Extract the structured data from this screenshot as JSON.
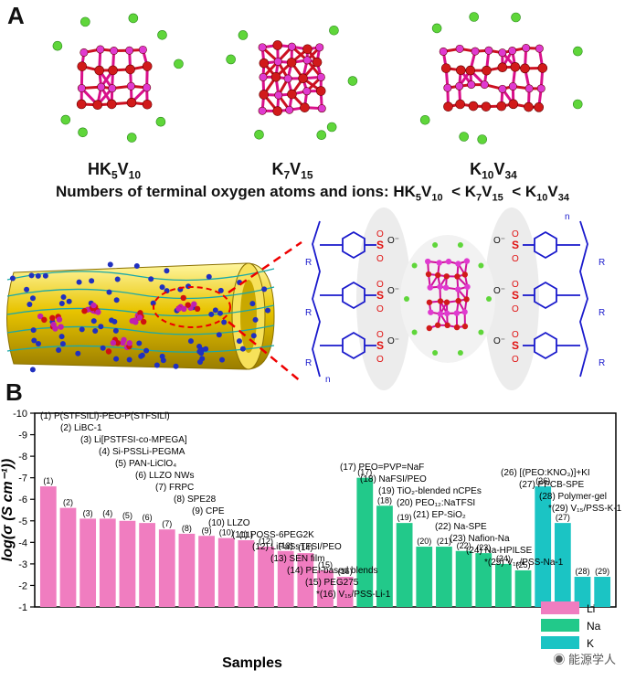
{
  "panel_a": {
    "letter": "A",
    "molecules": [
      {
        "base": "HK",
        "s1": "5",
        "mid": "V",
        "s2": "10"
      },
      {
        "base": "K",
        "s1": "7",
        "mid": "V",
        "s2": "15"
      },
      {
        "base": "K",
        "s1": "10",
        "mid": "V",
        "s2": "34"
      }
    ],
    "subtitle_prefix": "Numbers of terminal oxygen atoms and ions: ",
    "o_label": "O",
    "o_minus_label": "O⁻",
    "s_label": "S",
    "r_label": "R",
    "n_label": "n"
  },
  "panel_b": {
    "letter": "B"
  },
  "watermark": "能源学人",
  "colors": {
    "li": "#f07dc0",
    "na": "#22c98a",
    "k": "#1bc4c4"
  },
  "chart_data": {
    "type": "bar",
    "xlabel": "Samples",
    "ylabel": "log(σ (S cm⁻¹))",
    "ylim": [
      -1,
      -10
    ],
    "yticks": [
      -10,
      -9,
      -8,
      -7,
      -6,
      -5,
      -4,
      -3,
      -2,
      -1
    ],
    "legend": [
      "Li",
      "Na",
      "K"
    ],
    "legend_position": "bottom-right",
    "bars": [
      {
        "id": "(1)",
        "group": "Li",
        "value": -6.6,
        "label": "(1) P(STFSILi)-PEO-P(STFSILi)"
      },
      {
        "id": "(2)",
        "group": "Li",
        "value": -5.6,
        "label": "(2) LiBC-1"
      },
      {
        "id": "(3)",
        "group": "Li",
        "value": -5.1,
        "label": "(3) Li[PSTFSI-co-MPEGA]"
      },
      {
        "id": "(4)",
        "group": "Li",
        "value": -5.1,
        "label": "(4) Si-PSSLi-PEGMA"
      },
      {
        "id": "(5)",
        "group": "Li",
        "value": -5.0,
        "label": "(5) PAN-LiClO₄"
      },
      {
        "id": "(6)",
        "group": "Li",
        "value": -4.9,
        "label": "(6) LLZO NWs"
      },
      {
        "id": "(7)",
        "group": "Li",
        "value": -4.6,
        "label": "(7) FRPC"
      },
      {
        "id": "(8)",
        "group": "Li",
        "value": -4.4,
        "label": "(8) SPE28"
      },
      {
        "id": "(9)",
        "group": "Li",
        "value": -4.3,
        "label": "(9) CPE"
      },
      {
        "id": "(10)",
        "group": "Li",
        "value": -4.2,
        "label": "(10) LLZO"
      },
      {
        "id": "(11)",
        "group": "Li",
        "value": -4.1,
        "label": "(11) POSS-6PEG2K"
      },
      {
        "id": "(12)",
        "group": "Li",
        "value": -3.8,
        "label": "(12) LiPaSsTFSI/PEO"
      },
      {
        "id": "(13)",
        "group": "Li",
        "value": -3.6,
        "label": "(13) SEN film"
      },
      {
        "id": "(14)",
        "group": "Li",
        "value": -3.5,
        "label": "(14) PEI-based blends"
      },
      {
        "id": "(15)",
        "group": "Li",
        "value": -2.7,
        "label": "(15) PEG275"
      },
      {
        "id": "(16)",
        "group": "Li",
        "value": -2.4,
        "label": "*(16) V₁₅/PSS-Li-1"
      },
      {
        "id": "(17)",
        "group": "Na",
        "value": -7.0,
        "label": "(17) PEO=PVP=NaF"
      },
      {
        "id": "(18)",
        "group": "Na",
        "value": -5.7,
        "label": "(18) NaFSI/PEO"
      },
      {
        "id": "(19)",
        "group": "Na",
        "value": -4.9,
        "label": "(19) TiO₂-blended nCPEs"
      },
      {
        "id": "(20)",
        "group": "Na",
        "value": -3.8,
        "label": "(20) PEO₁₂:NaTFSI"
      },
      {
        "id": "(21)",
        "group": "Na",
        "value": -3.8,
        "label": "(21) EP-SiO₂"
      },
      {
        "id": "(22)",
        "group": "Na",
        "value": -3.6,
        "label": "(22) Na-SPE"
      },
      {
        "id": "(23)",
        "group": "Na",
        "value": -3.5,
        "label": "(23) Nafion-Na"
      },
      {
        "id": "(24)",
        "group": "Na",
        "value": -3.0,
        "label": "(24) Na-HPILSE"
      },
      {
        "id": "(25)",
        "group": "Na",
        "value": -2.7,
        "label": "*(25) V₁₅/PSS-Na-1"
      },
      {
        "id": "(26)",
        "group": "K",
        "value": -6.6,
        "label": "(26) [(PEO:KNO₃)]+KI"
      },
      {
        "id": "(27)",
        "group": "K",
        "value": -4.9,
        "label": "(27) PPCB-SPE"
      },
      {
        "id": "(28)",
        "group": "K",
        "value": -2.4,
        "label": "(28) Polymer-gel"
      },
      {
        "id": "(29)",
        "group": "K",
        "value": -2.4,
        "label": "*(29) V₁₅/PSS-K-1"
      }
    ]
  }
}
